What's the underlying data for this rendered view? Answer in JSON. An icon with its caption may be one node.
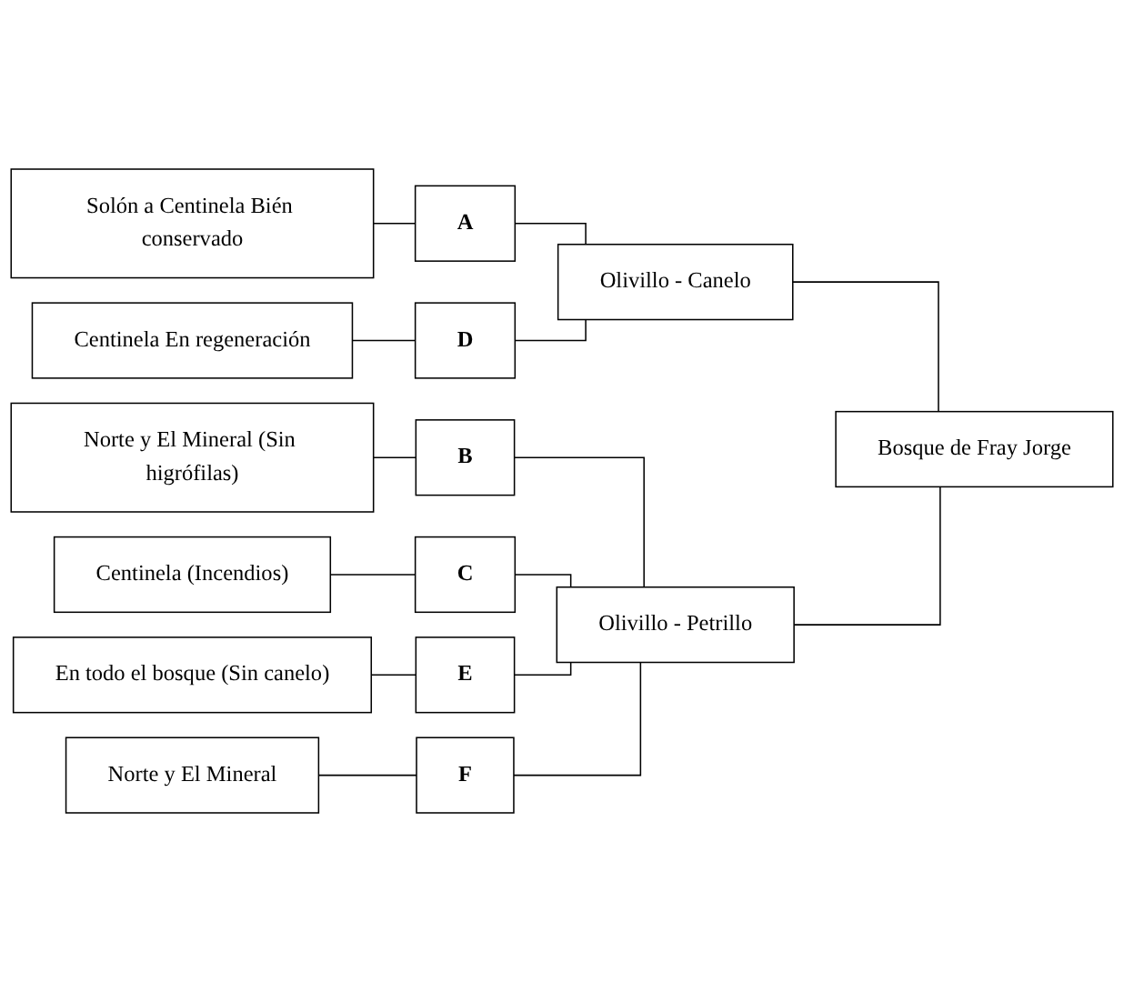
{
  "diagram": {
    "nodes": [
      {
        "text": [
          "Solón a Centinela Bién conservado"
        ]
      },
      {
        "text": [
          "Centinela En regeneración"
        ]
      },
      {
        "text": [
          "Norte y El Mineral (Sin higrófilas)"
        ]
      },
      {
        "text": [
          "Centinela (Incendios)"
        ]
      },
      {
        "text": [
          "En todo el bosque (Sin canelo)"
        ]
      },
      {
        "text": [
          "Norte y El Mineral"
        ]
      },
      {
        "text": [
          "A"
        ]
      },
      {
        "text": [
          "D"
        ]
      },
      {
        "text": [
          "B"
        ]
      },
      {
        "text": [
          "C"
        ]
      },
      {
        "text": [
          "E"
        ]
      },
      {
        "text": [
          "F"
        ]
      },
      {
        "text": [
          "Olivillo - Canelo"
        ]
      },
      {
        "text": [
          "Olivillo - Petrillo"
        ]
      },
      {
        "text": [
          "Bosque de Fray Jorge"
        ]
      }
    ],
    "edges": [
      {
        "from": 0,
        "to": 6,
        "arrow": "none"
      },
      {
        "from": 1,
        "to": 7,
        "arrow": "none"
      },
      {
        "from": 2,
        "to": 8,
        "arrow": "none"
      },
      {
        "from": 3,
        "to": 9,
        "arrow": "none"
      },
      {
        "from": 4,
        "to": 10,
        "arrow": "none"
      },
      {
        "from": 5,
        "to": 11,
        "arrow": "none"
      },
      {
        "from": 6,
        "to": 12,
        "arrow": "none"
      },
      {
        "from": 7,
        "to": 12,
        "arrow": "none"
      },
      {
        "from": 8,
        "to": 13,
        "arrow": "none"
      },
      {
        "from": 9,
        "to": 13,
        "arrow": "none"
      },
      {
        "from": 10,
        "to": 13,
        "arrow": "none"
      },
      {
        "from": 11,
        "to": 13,
        "arrow": "none"
      },
      {
        "from": 12,
        "to": 14,
        "arrow": "none"
      },
      {
        "from": 13,
        "to": 14,
        "arrow": "none"
      }
    ]
  }
}
